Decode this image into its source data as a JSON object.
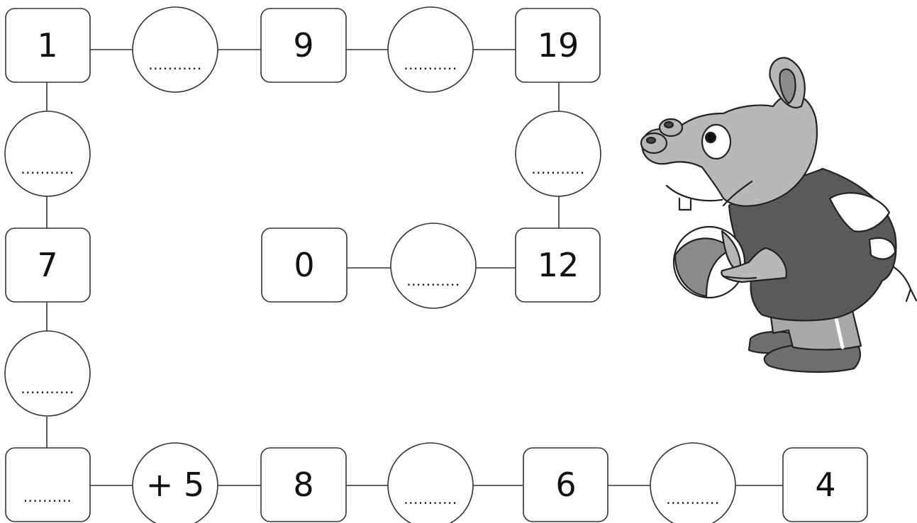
{
  "puzzle": {
    "boxes": {
      "top_1": "1",
      "top_9": "9",
      "top_19": "19",
      "mid_7": "7",
      "mid_0": "0",
      "mid_12": "12",
      "bottom_blank": "..........",
      "bottom_8": "8",
      "bottom_6": "6",
      "bottom_4": "4"
    },
    "circles": {
      "top_1_9": "...........",
      "top_9_19": "...........",
      "right_19_12": "...........",
      "mid_0_12": "...........",
      "left_1_7": "...........",
      "left_7_blank": "...........",
      "bottom_blank_8": "+ 5",
      "bottom_8_6": "...........",
      "bottom_6_4": "..........."
    }
  },
  "illustration": {
    "character": "hippo-holding-ball"
  }
}
